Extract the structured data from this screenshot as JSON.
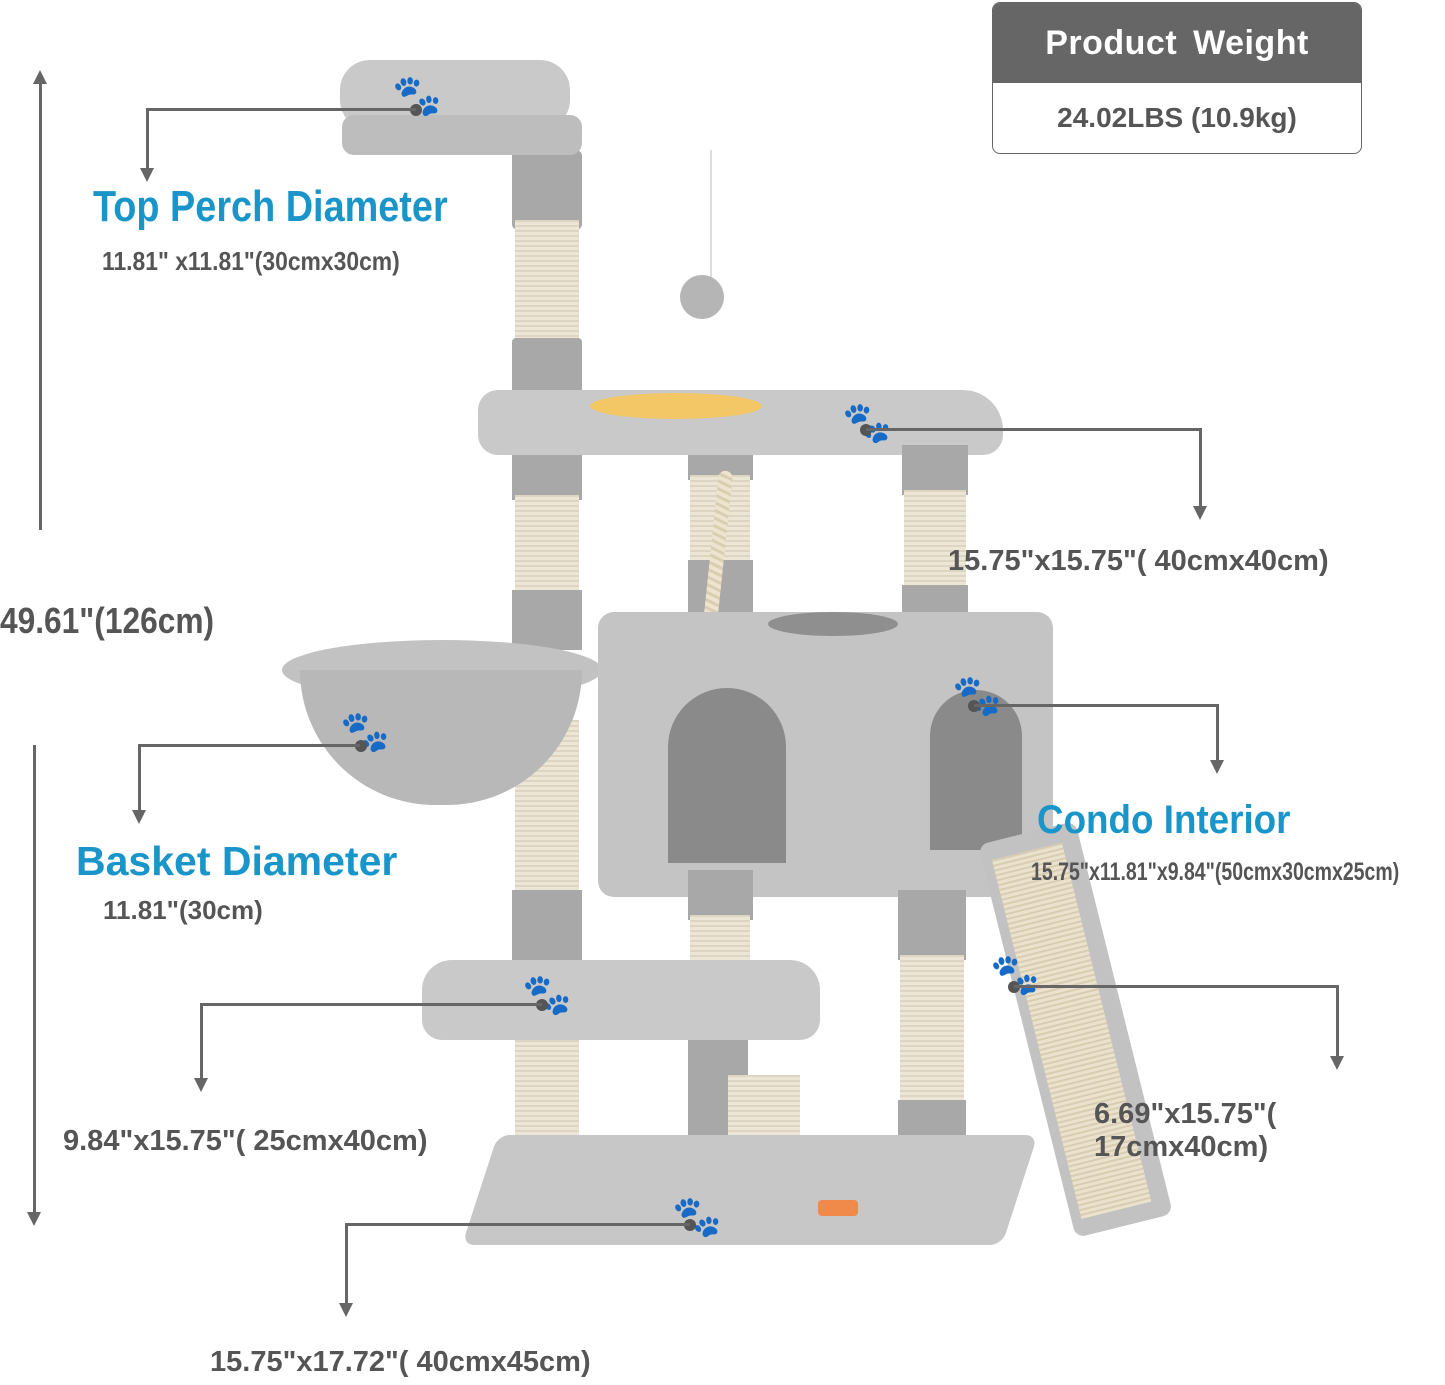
{
  "product_weight": {
    "label": "Product  Weight",
    "value": "24.02LBS (10.9kg)"
  },
  "total_height": {
    "label": "49.61\"(126cm)"
  },
  "callouts": {
    "top_perch": {
      "title": "Top Perch Diameter",
      "dims": "11.81\" x11.81\"(30cmx30cm)"
    },
    "middle_platform": {
      "dims": "15.75\"x15.75\"( 40cmx40cm)"
    },
    "basket": {
      "title": "Basket Diameter",
      "dims": "11.81\"(30cm)"
    },
    "condo": {
      "title": "Condo Interior",
      "dims": "15.75\"x11.81\"x9.84\"(50cmx30cmx25cm)"
    },
    "lower_platform": {
      "dims": "9.84\"x15.75\"( 25cmx40cm)"
    },
    "ramp": {
      "dims": "6.69\"x15.75\"( 17cmx40cm)"
    },
    "base": {
      "dims": "15.75\"x17.72\"( 40cmx45cm)"
    }
  },
  "icons": {
    "paw": "🐾"
  },
  "colors": {
    "accent_blue": "#1a95c9",
    "text_gray": "#555555",
    "header_gray": "#666666",
    "plush_gray": "#c9c9c9",
    "sisal": "#ece6d6"
  }
}
